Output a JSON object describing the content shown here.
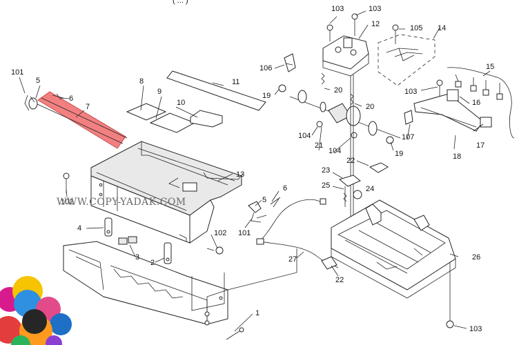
{
  "header_fragment": "(   ...   )",
  "watermark": "WWW.COPY-YADAK.COM",
  "highlight_color": "#f06a6a",
  "callouts": [
    {
      "text": "101"
    },
    {
      "text": "5"
    },
    {
      "text": "6"
    },
    {
      "text": "7"
    },
    {
      "text": "8"
    },
    {
      "text": "9"
    },
    {
      "text": "10"
    },
    {
      "text": "11"
    },
    {
      "text": "13"
    },
    {
      "text": "102"
    },
    {
      "text": "4"
    },
    {
      "text": "3"
    },
    {
      "text": "2"
    },
    {
      "text": "1"
    },
    {
      "text": "6"
    },
    {
      "text": "5"
    },
    {
      "text": "101"
    },
    {
      "text": "102"
    },
    {
      "text": "103"
    },
    {
      "text": "103"
    },
    {
      "text": "12"
    },
    {
      "text": "105"
    },
    {
      "text": "14"
    },
    {
      "text": "106"
    },
    {
      "text": "19"
    },
    {
      "text": "20"
    },
    {
      "text": "20"
    },
    {
      "text": "21"
    },
    {
      "text": "104"
    },
    {
      "text": "104"
    },
    {
      "text": "19"
    },
    {
      "text": "107"
    },
    {
      "text": "103"
    },
    {
      "text": "15"
    },
    {
      "text": "16"
    },
    {
      "text": "17"
    },
    {
      "text": "18"
    },
    {
      "text": "22"
    },
    {
      "text": "23"
    },
    {
      "text": "25"
    },
    {
      "text": "24"
    },
    {
      "text": "27"
    },
    {
      "text": "22"
    },
    {
      "text": "26"
    },
    {
      "text": "103"
    }
  ]
}
